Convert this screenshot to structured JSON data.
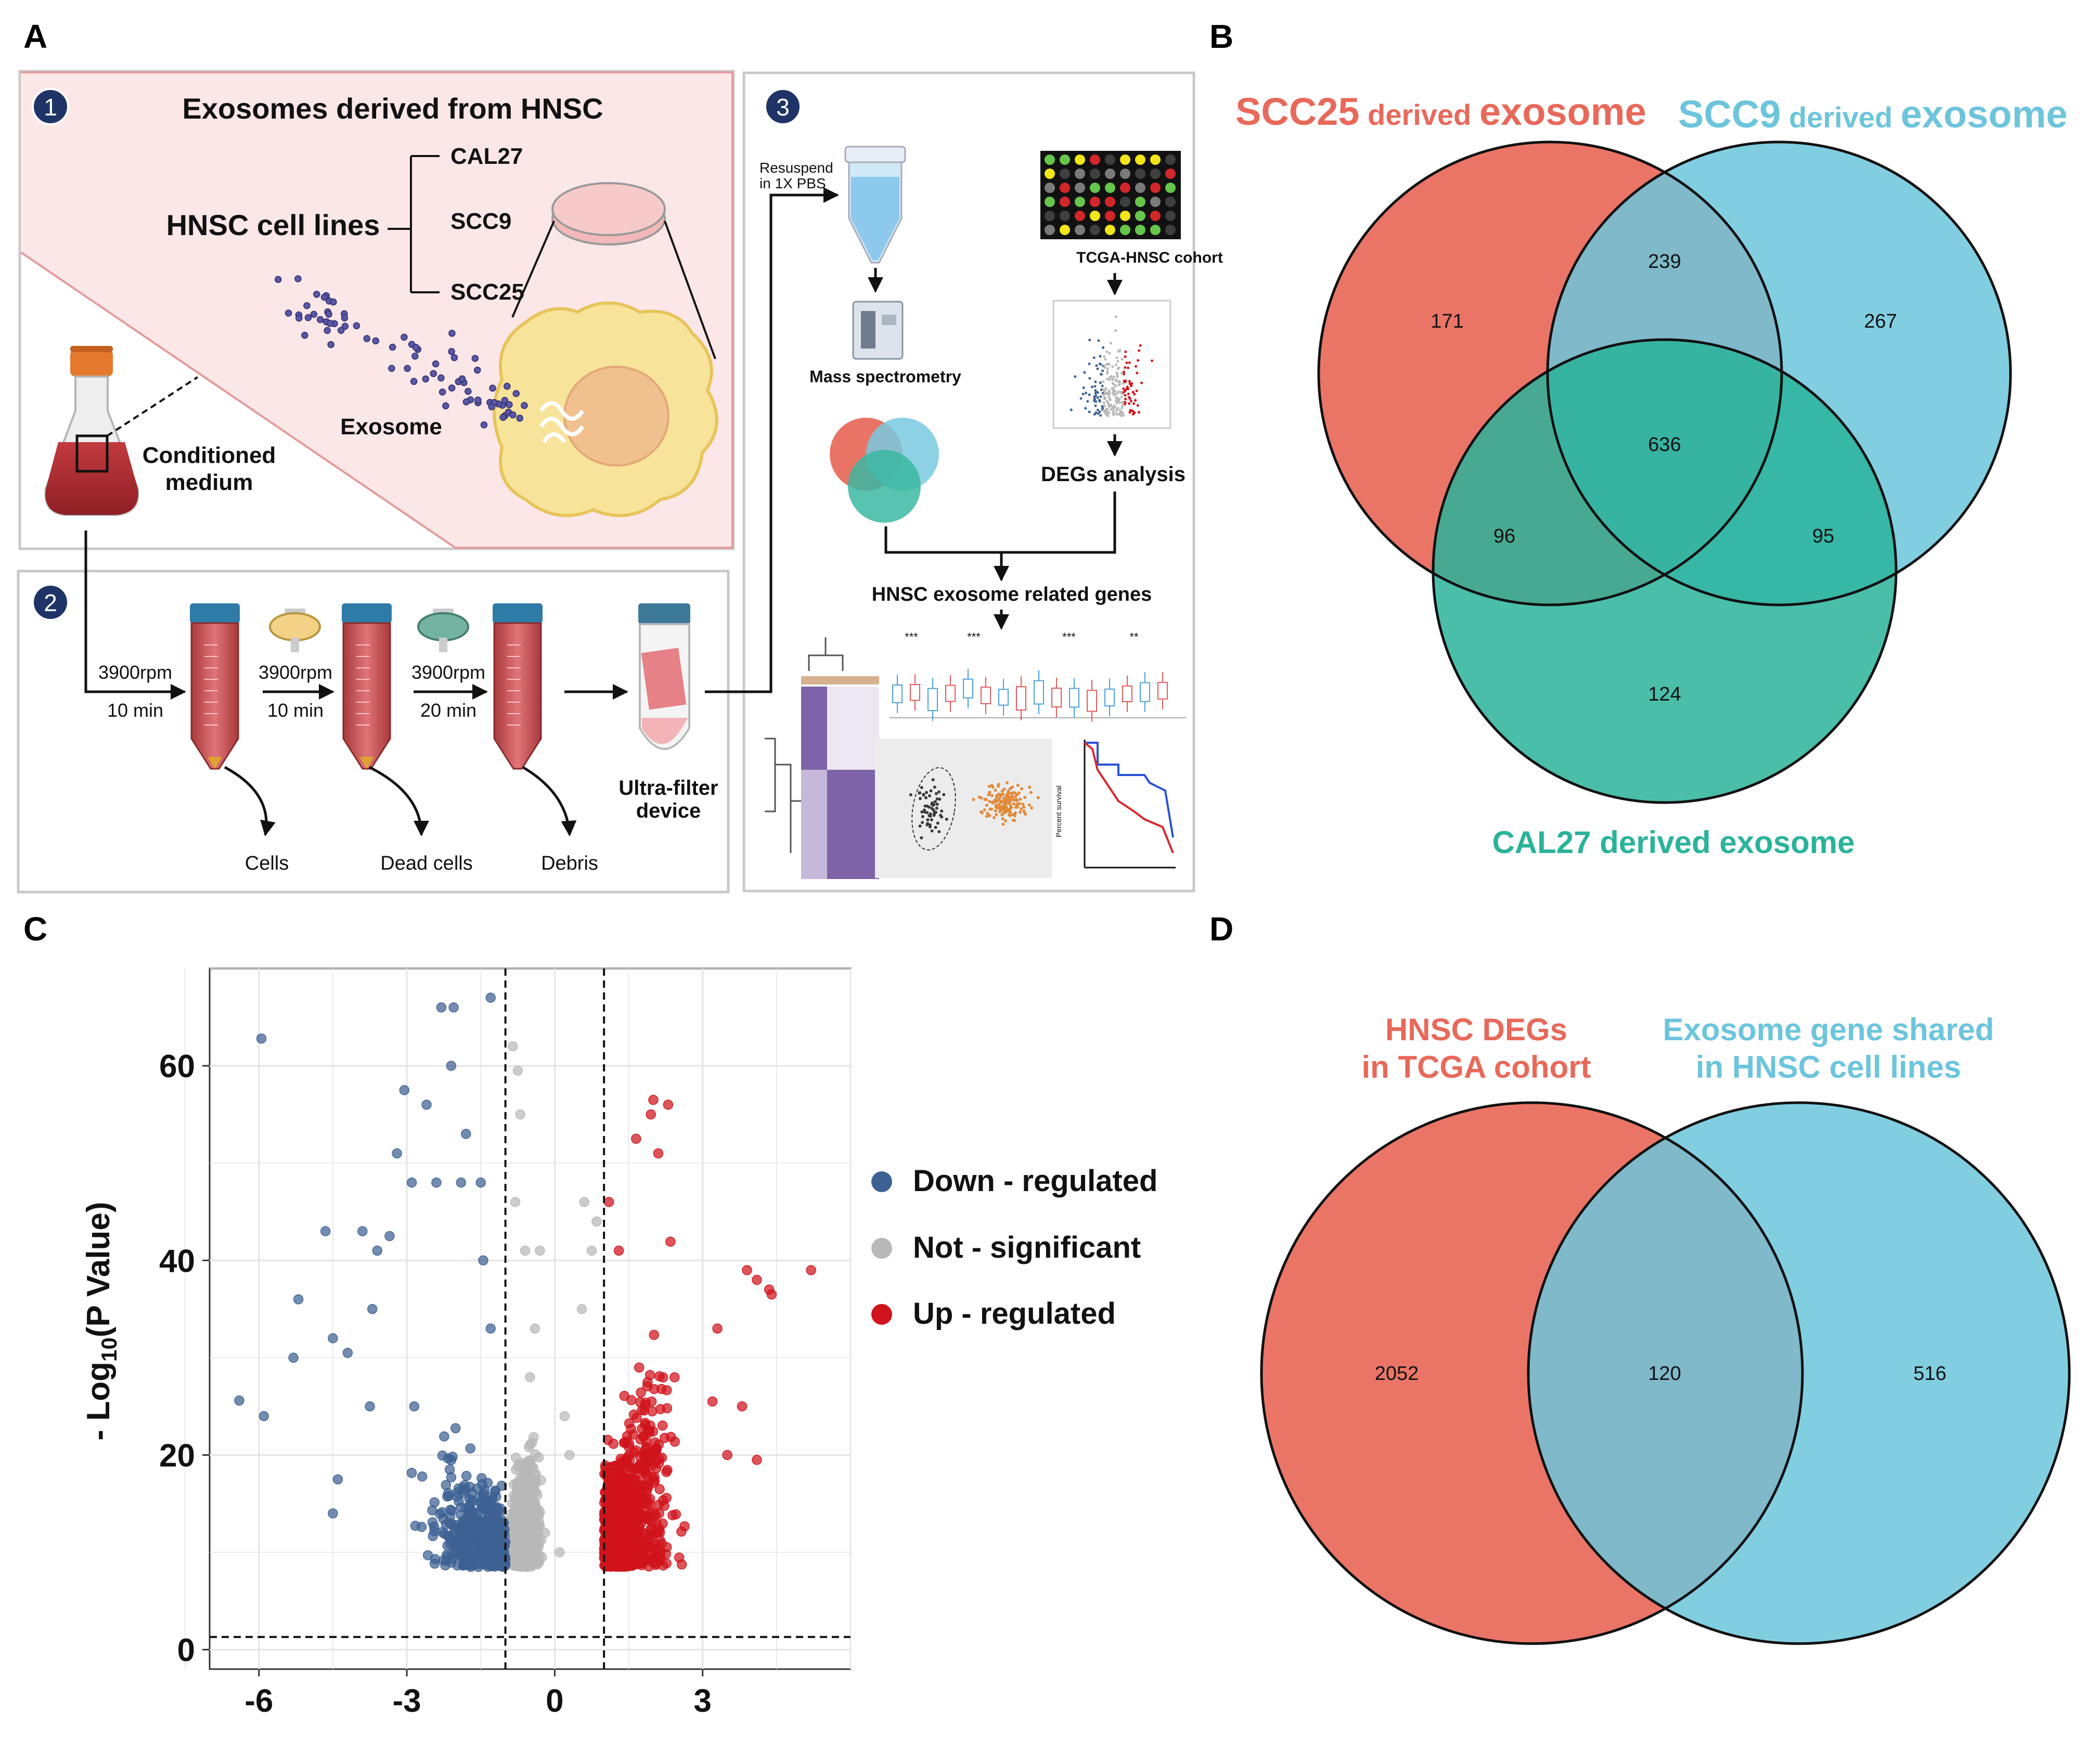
{
  "panel_letters": {
    "a": "A",
    "b": "B",
    "c": "C",
    "d": "D"
  },
  "panel_a": {
    "step_numbers": [
      "1",
      "2",
      "3"
    ],
    "step1": {
      "title": "Exosomes derived from HNSC",
      "cell_lines_label": "HNSC cell lines",
      "cell_lines": [
        "CAL27",
        "SCC9",
        "SCC25"
      ],
      "exosome_label": "Exosome",
      "conditioned_medium": [
        "Conditioned",
        "medium"
      ]
    },
    "step2": {
      "spins": [
        {
          "speed": "3900rpm",
          "time": "10 min"
        },
        {
          "speed": "3900rpm",
          "time": "10 min"
        },
        {
          "speed": "3900rpm",
          "time": "20 min"
        }
      ],
      "removed": [
        "Cells",
        "Dead cells",
        "Debris"
      ],
      "device_label": [
        "Ultra-filter",
        "device"
      ]
    },
    "step3": {
      "resuspend": [
        "Resuspend",
        "in 1X PBS"
      ],
      "mass_spec": "Mass spectrometry",
      "tcga": "TCGA-HNSC cohort",
      "degs": "DEGs analysis",
      "related": "HNSC exosome related genes",
      "km_ylabel": "Percent survival",
      "sig_marks": [
        "***",
        "***",
        "***",
        "**"
      ]
    }
  },
  "panel_b": {
    "labels": {
      "scc25": {
        "main": "SCC25",
        "mid": " derived ",
        "end": "exosome"
      },
      "scc9": {
        "main": "SCC9",
        "mid": " derived ",
        "end": "exosome"
      },
      "cal27": "CAL27 derived exosome"
    },
    "counts": {
      "scc25_only": "171",
      "scc25_scc9": "239",
      "scc9_only": "267",
      "all_three": "636",
      "scc25_cal27": "96",
      "scc9_cal27": "95",
      "cal27_only": "124"
    },
    "colors": {
      "scc25": "#e8695a",
      "scc9": "#6cc5dc",
      "cal27": "#2ab39a"
    }
  },
  "panel_c": {
    "ylabel_prefix": "- Log",
    "ylabel_sub": "10",
    "ylabel_suffix": "(P Value)",
    "legend": [
      {
        "label": "Down - regulated",
        "color": "#3d6193"
      },
      {
        "label": "Not - significant",
        "color": "#b8b8b8"
      },
      {
        "label": "Up - regulated",
        "color": "#d0131c"
      }
    ]
  },
  "chart_data": {
    "type": "scatter",
    "title": "",
    "xlabel": "",
    "ylabel": "- Log10(P Value)",
    "xlim": [
      -7,
      6
    ],
    "ylim": [
      -2,
      70
    ],
    "xticks": [
      "-6",
      "-3",
      "0",
      "3"
    ],
    "yticks": [
      "0",
      "20",
      "40",
      "60"
    ],
    "thresholds": {
      "logfc": [
        -1,
        1
      ],
      "neglog10p": 1.3
    },
    "grid": true,
    "legend_position": "right",
    "series": [
      {
        "name": "Down - regulated",
        "color": "#3d6193",
        "points": [
          [
            -5.95,
            62.8
          ],
          [
            -2.3,
            66
          ],
          [
            -2.05,
            66
          ],
          [
            -1.3,
            67
          ],
          [
            -6.4,
            25.6
          ],
          [
            -5.9,
            24
          ],
          [
            -5.3,
            30
          ],
          [
            -5.2,
            36
          ],
          [
            -4.65,
            43
          ],
          [
            -4.5,
            32
          ],
          [
            -4.4,
            17.5
          ],
          [
            -4.5,
            14
          ],
          [
            -4.2,
            30.5
          ],
          [
            -3.9,
            43
          ],
          [
            -3.75,
            25
          ],
          [
            -3.7,
            35
          ],
          [
            -3.6,
            41
          ],
          [
            -3.35,
            42.5
          ],
          [
            -3.2,
            51
          ],
          [
            -3.05,
            57.5
          ],
          [
            -2.9,
            48
          ],
          [
            -2.85,
            25
          ],
          [
            -2.6,
            56
          ],
          [
            -2.4,
            48
          ],
          [
            -2.1,
            60
          ],
          [
            -1.9,
            48
          ],
          [
            -1.8,
            53
          ],
          [
            -1.5,
            48
          ],
          [
            -1.45,
            40
          ],
          [
            -1.3,
            33
          ]
        ]
      },
      {
        "name": "Not - significant",
        "color": "#b8b8b8",
        "points": [
          [
            -0.85,
            62
          ],
          [
            -0.75,
            59.5
          ],
          [
            -0.7,
            55
          ],
          [
            -0.8,
            46
          ],
          [
            -0.6,
            41
          ],
          [
            -0.3,
            41
          ],
          [
            -0.4,
            33
          ],
          [
            -0.5,
            28
          ],
          [
            0.2,
            24
          ],
          [
            0.3,
            20
          ],
          [
            0.55,
            35
          ],
          [
            0.75,
            41
          ],
          [
            0.6,
            46
          ],
          [
            0.85,
            44
          ],
          [
            -0.2,
            12
          ],
          [
            0.1,
            10
          ]
        ]
      },
      {
        "name": "Up - regulated",
        "color": "#d0131c",
        "points": [
          [
            2.0,
            56.5
          ],
          [
            2.3,
            56
          ],
          [
            1.95,
            55
          ],
          [
            1.65,
            52.5
          ],
          [
            2.1,
            51
          ],
          [
            5.2,
            39
          ],
          [
            4.1,
            38
          ],
          [
            3.9,
            39
          ],
          [
            4.35,
            37
          ],
          [
            3.3,
            33
          ],
          [
            3.8,
            25
          ],
          [
            4.1,
            19.5
          ],
          [
            3.5,
            20
          ],
          [
            3.2,
            25.5
          ],
          [
            4.4,
            36.5
          ],
          [
            1.3,
            41
          ],
          [
            1.1,
            46
          ]
        ]
      }
    ]
  },
  "panel_d": {
    "label_left": [
      "HNSC DEGs",
      "in TCGA cohort"
    ],
    "label_right": [
      "Exosome gene shared",
      "in HNSC cell lines"
    ],
    "counts": {
      "left_only": "2052",
      "both": "120",
      "right_only": "516"
    },
    "colors": {
      "left": "#e8695a",
      "right": "#6cc5dc"
    }
  }
}
